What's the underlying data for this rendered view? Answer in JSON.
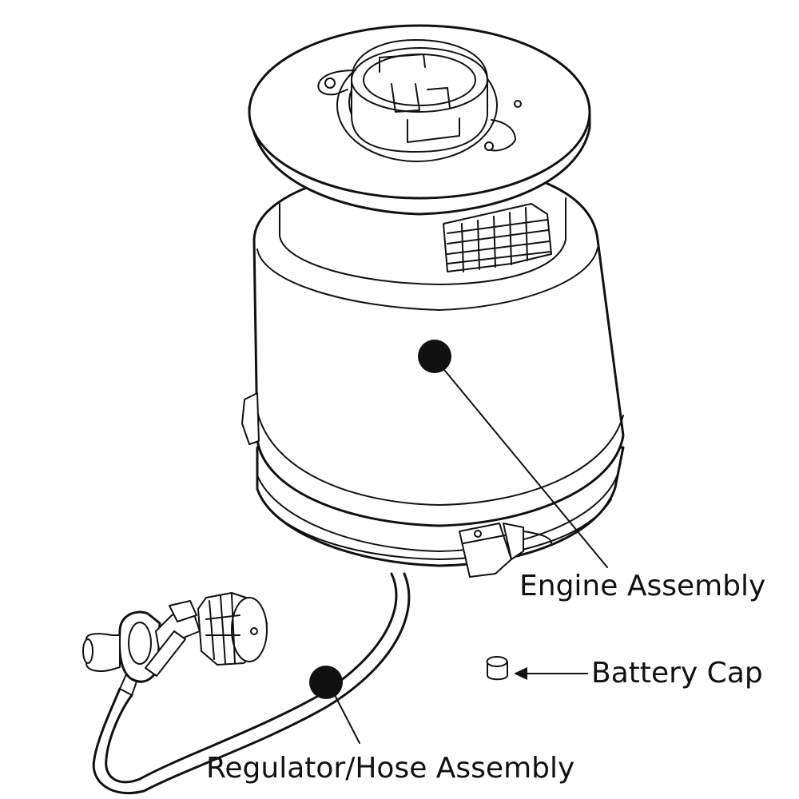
{
  "labels": {
    "engine": "Engine Assembly",
    "battery": "Battery Cap",
    "hose": "Regulator/Hose Assembly"
  },
  "colors": {
    "line": "#111111",
    "background": "#ffffff"
  }
}
